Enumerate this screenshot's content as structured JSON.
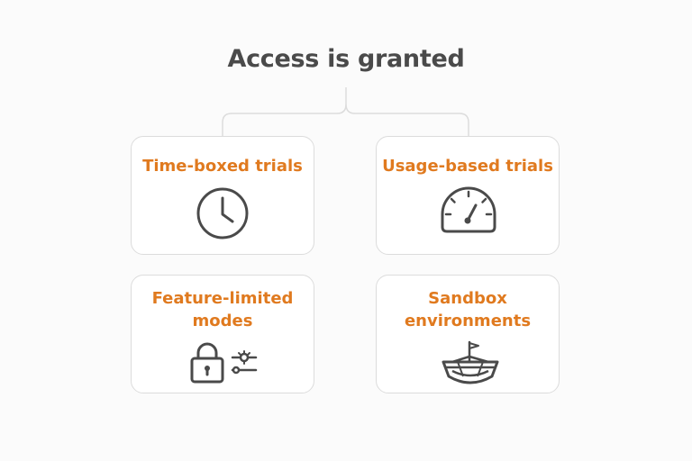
{
  "title": "Access is granted",
  "cards": [
    {
      "label": "Time-boxed trials",
      "icon": "clock-icon"
    },
    {
      "label": "Usage-based trials",
      "icon": "speedometer-icon"
    },
    {
      "label_lines": [
        "Feature-limited",
        "modes"
      ],
      "icon": "lock-with-sliders-icon"
    },
    {
      "label_lines": [
        "Sandbox",
        "environments"
      ],
      "icon": "sandbox-boat-icon"
    }
  ],
  "colors": {
    "accent": "#e07a1f",
    "title": "#4a4a4a",
    "icon": "#4a4a4a",
    "border": "#dcdcdc"
  }
}
